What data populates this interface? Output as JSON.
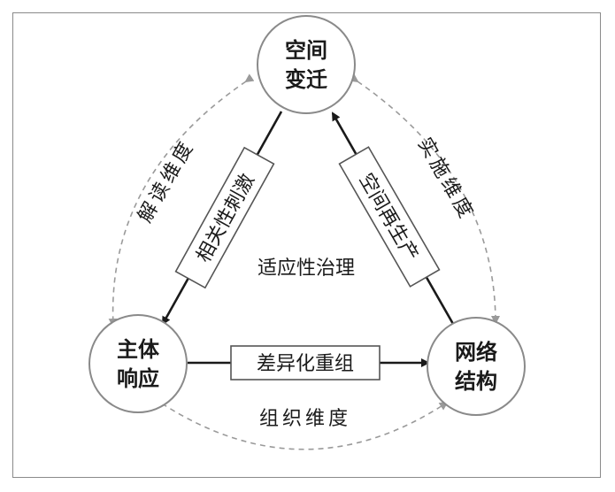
{
  "nodes": {
    "top": {
      "line1": "空间",
      "line2": "变迁"
    },
    "left": {
      "line1": "主体",
      "line2": "响应"
    },
    "right": {
      "line1": "网络",
      "line2": "结构"
    }
  },
  "process_labels": {
    "left_edge": "相关性刺激",
    "right_edge": "空间再生产",
    "bottom_edge": "差异化重组"
  },
  "dimension_labels": {
    "left": "解读维度",
    "right": "实施维度",
    "bottom": "组织维度"
  },
  "center_label": "适应性治理",
  "colors": {
    "solid_arrow": "#1a1a1a",
    "dashed_arrow": "#9a9a9a",
    "node_stroke": "#8a8a8a",
    "box_stroke": "#555555"
  }
}
